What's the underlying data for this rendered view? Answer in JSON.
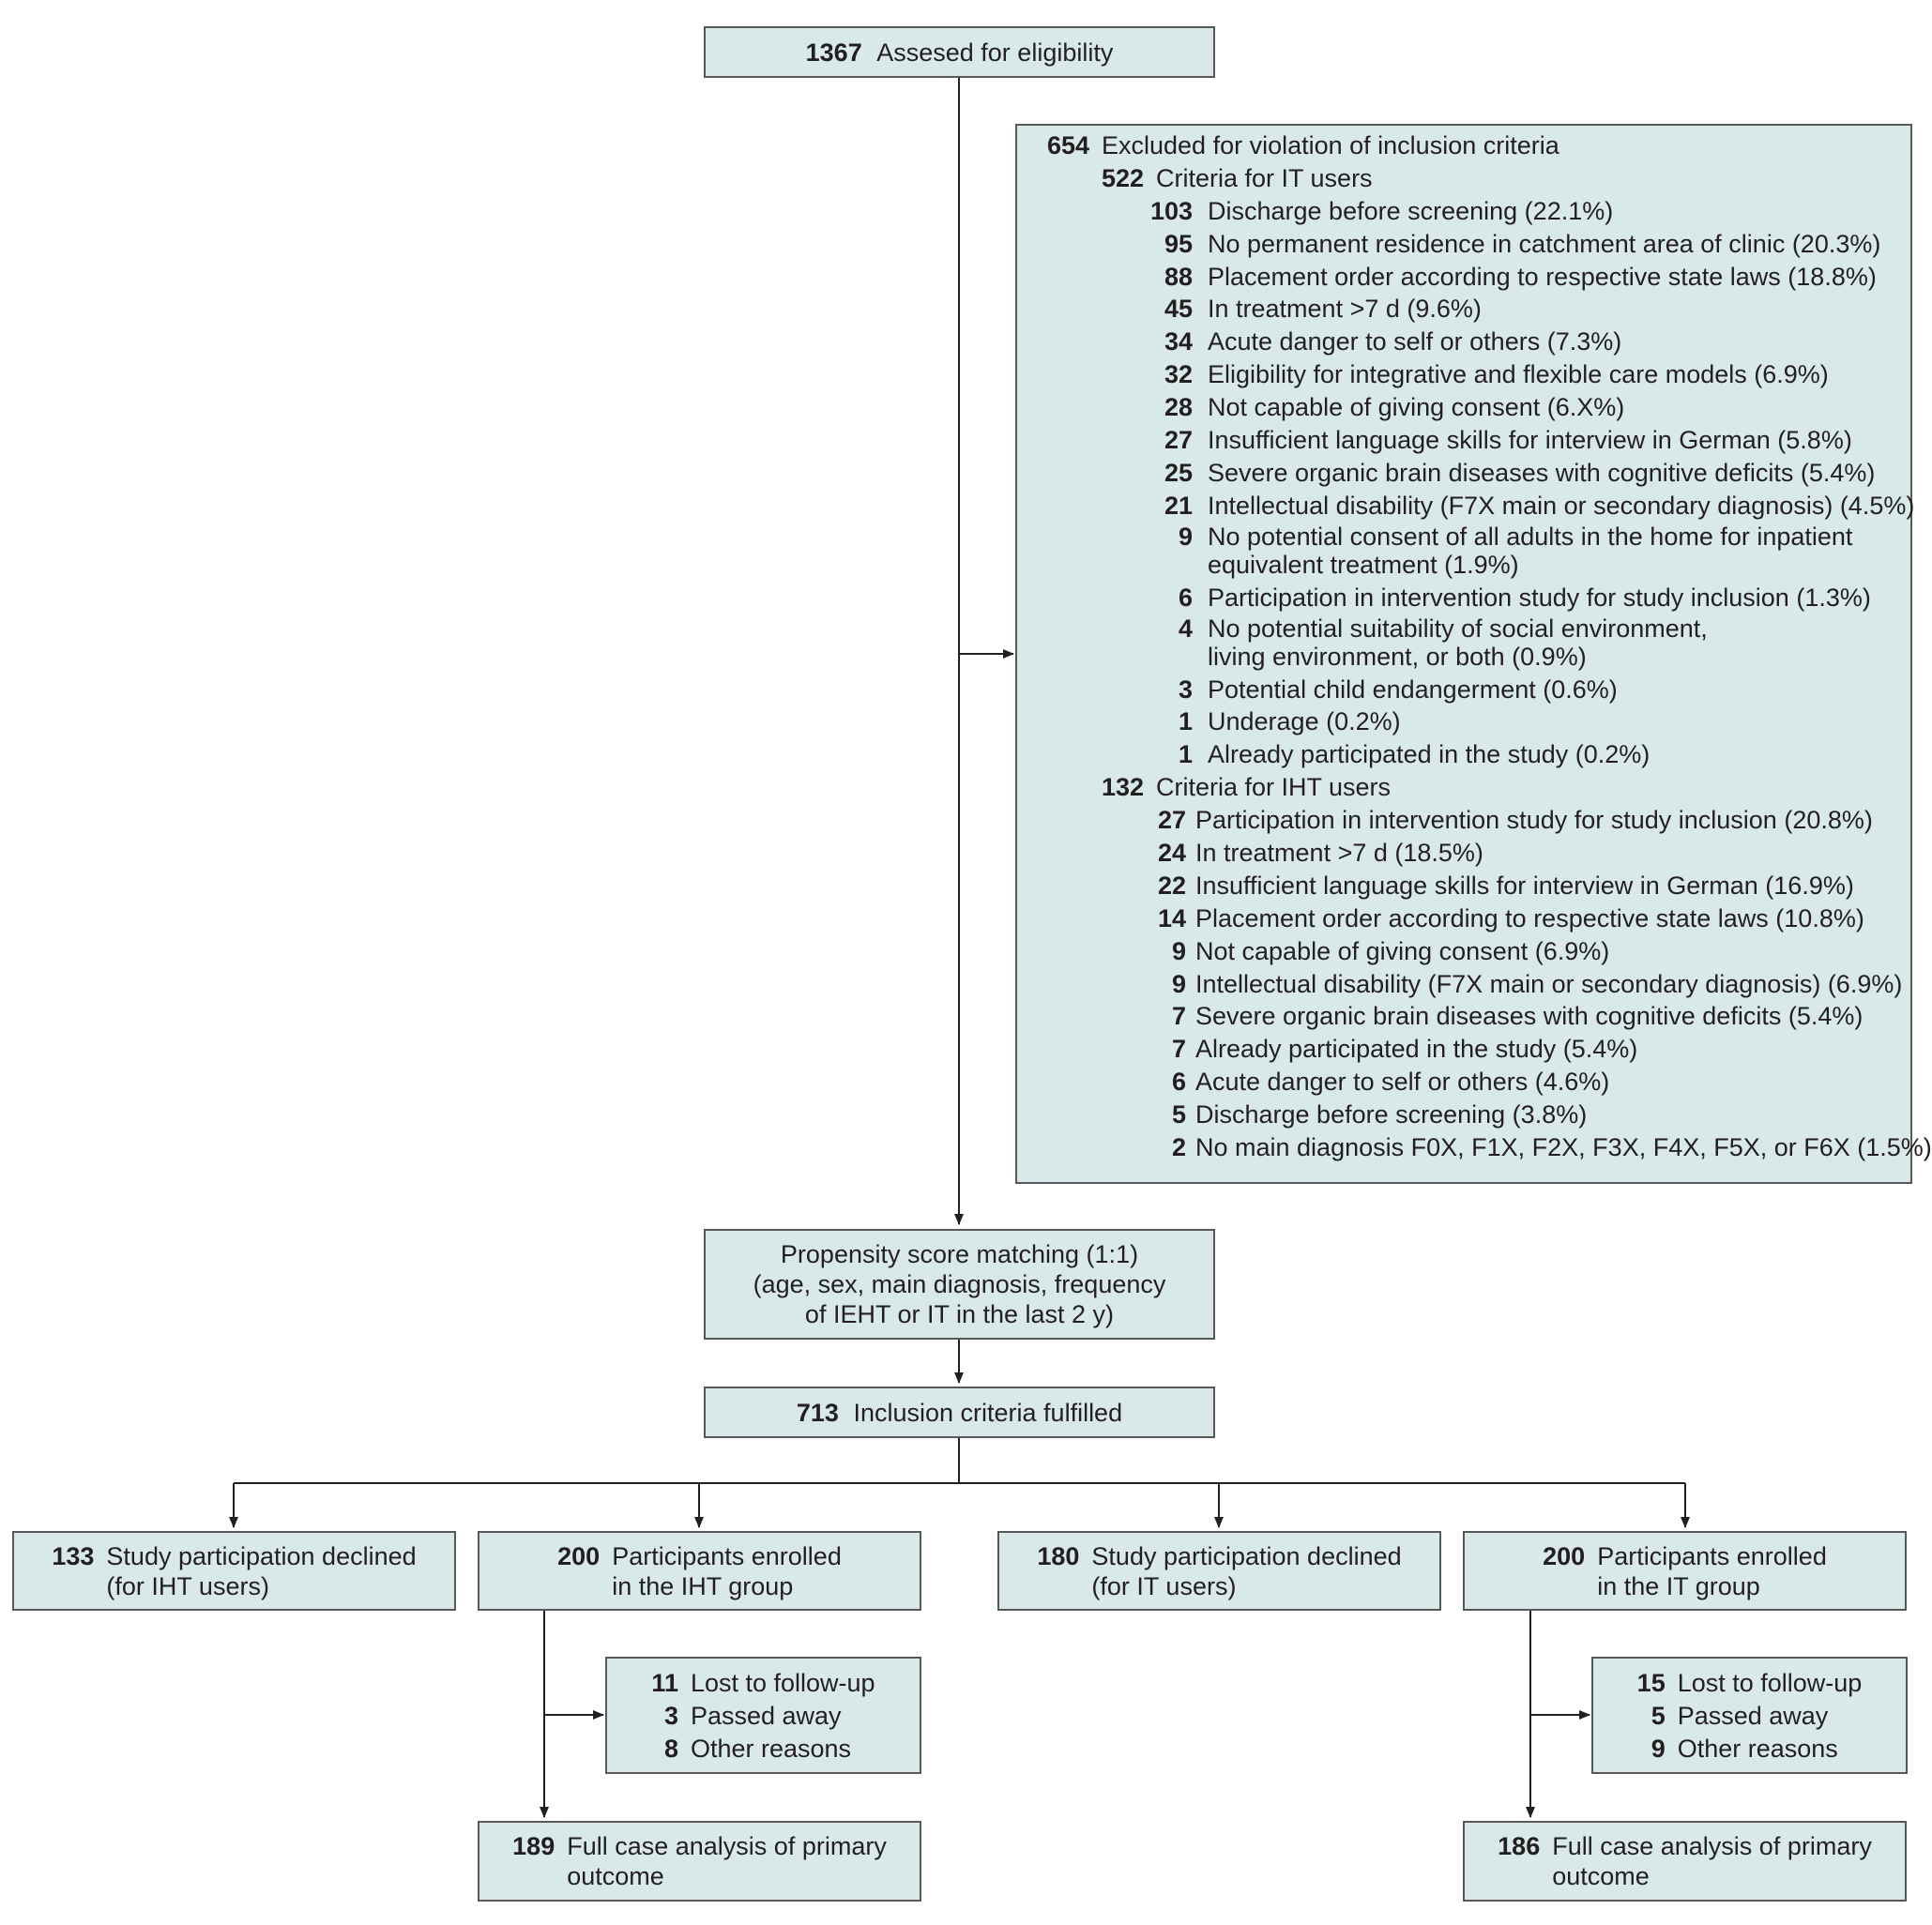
{
  "assessed": {
    "n": "1367",
    "label": "Assesed for eligibility"
  },
  "excluded": {
    "n": "654",
    "label": "Excluded for violation of inclusion criteria",
    "it": {
      "n": "522",
      "label": "Criteria for IT users",
      "items": [
        {
          "n": "103",
          "label": "Discharge before screening (22.1%)"
        },
        {
          "n": "95",
          "label": "No permanent residence in catchment area of clinic (20.3%)"
        },
        {
          "n": "88",
          "label": "Placement order according to respective state laws (18.8%)"
        },
        {
          "n": "45",
          "label": "In treatment >7 d (9.6%)"
        },
        {
          "n": "34",
          "label": "Acute danger to self or others (7.3%)"
        },
        {
          "n": "32",
          "label": "Eligibility for integrative and flexible care models (6.9%)"
        },
        {
          "n": "28",
          "label": "Not capable of giving consent (6.X%)"
        },
        {
          "n": "27",
          "label": "Insufficient language skills for interview in German (5.8%)"
        },
        {
          "n": "25",
          "label": "Severe organic brain diseases with cognitive deficits (5.4%)"
        },
        {
          "n": "21",
          "label": "Intellectual disability (F7X main or secondary diagnosis) (4.5%)"
        },
        {
          "n": "9",
          "label": "No potential consent of all adults in the home for inpatient",
          "label2": "equivalent treatment (1.9%)"
        },
        {
          "n": "6",
          "label": "Participation in intervention study for study inclusion (1.3%)"
        },
        {
          "n": "4",
          "label": "No potential suitability of social environment,",
          "label2": "living environment, or both (0.9%)"
        },
        {
          "n": "3",
          "label": "Potential child endangerment (0.6%)"
        },
        {
          "n": "1",
          "label": "Underage (0.2%)"
        },
        {
          "n": "1",
          "label": "Already participated in the study (0.2%)"
        }
      ]
    },
    "iht": {
      "n": "132",
      "label": "Criteria for IHT users",
      "items": [
        {
          "n": "27",
          "label": "Participation in intervention study for study inclusion (20.8%)"
        },
        {
          "n": "24",
          "label": "In treatment >7 d (18.5%)"
        },
        {
          "n": "22",
          "label": "Insufficient language skills for interview in German (16.9%)"
        },
        {
          "n": "14",
          "label": "Placement order according to respective state laws (10.8%)"
        },
        {
          "n": "9",
          "label": "Not capable of giving consent (6.9%)"
        },
        {
          "n": "9",
          "label": "Intellectual disability (F7X main or secondary diagnosis) (6.9%)"
        },
        {
          "n": "7",
          "label": "Severe organic brain diseases with cognitive deficits (5.4%)"
        },
        {
          "n": "7",
          "label": "Already participated in the study (5.4%)"
        },
        {
          "n": "6",
          "label": "Acute danger to self or others (4.6%)"
        },
        {
          "n": "5",
          "label": "Discharge before screening (3.8%)"
        },
        {
          "n": "2",
          "label": "No main diagnosis F0X, F1X, F2X, F3X, F4X, F5X, or F6X (1.5%)"
        }
      ]
    }
  },
  "psm": {
    "lines": [
      "Propensity score matching (1:1)",
      "(age, sex, main diagnosis, frequency",
      "of IEHT or IT in the last 2 y)"
    ]
  },
  "included": {
    "n": "713",
    "label": "Inclusion criteria fulfilled"
  },
  "declined_iht": {
    "n": "133",
    "l1": "Study participation declined",
    "l2": "(for IHT users)"
  },
  "enrolled_iht": {
    "n": "200",
    "l1": "Participants enrolled",
    "l2": "in the IHT group"
  },
  "declined_it": {
    "n": "180",
    "l1": "Study participation declined",
    "l2": "(for IT users)"
  },
  "enrolled_it": {
    "n": "200",
    "l1": "Participants enrolled",
    "l2": "in the IT group"
  },
  "lost_iht": {
    "n": "11",
    "label": "Lost to follow-up",
    "passed_n": "3",
    "passed": "Passed away",
    "other_n": "8",
    "other": "Other reasons"
  },
  "lost_it": {
    "n": "15",
    "label": "Lost to follow-up",
    "passed_n": "5",
    "passed": "Passed away",
    "other_n": "9",
    "other": "Other reasons"
  },
  "analysis_iht": {
    "n": "189",
    "l1": "Full case analysis of primary",
    "l2": "outcome"
  },
  "analysis_it": {
    "n": "186",
    "l1": "Full case analysis of primary",
    "l2": "outcome"
  }
}
